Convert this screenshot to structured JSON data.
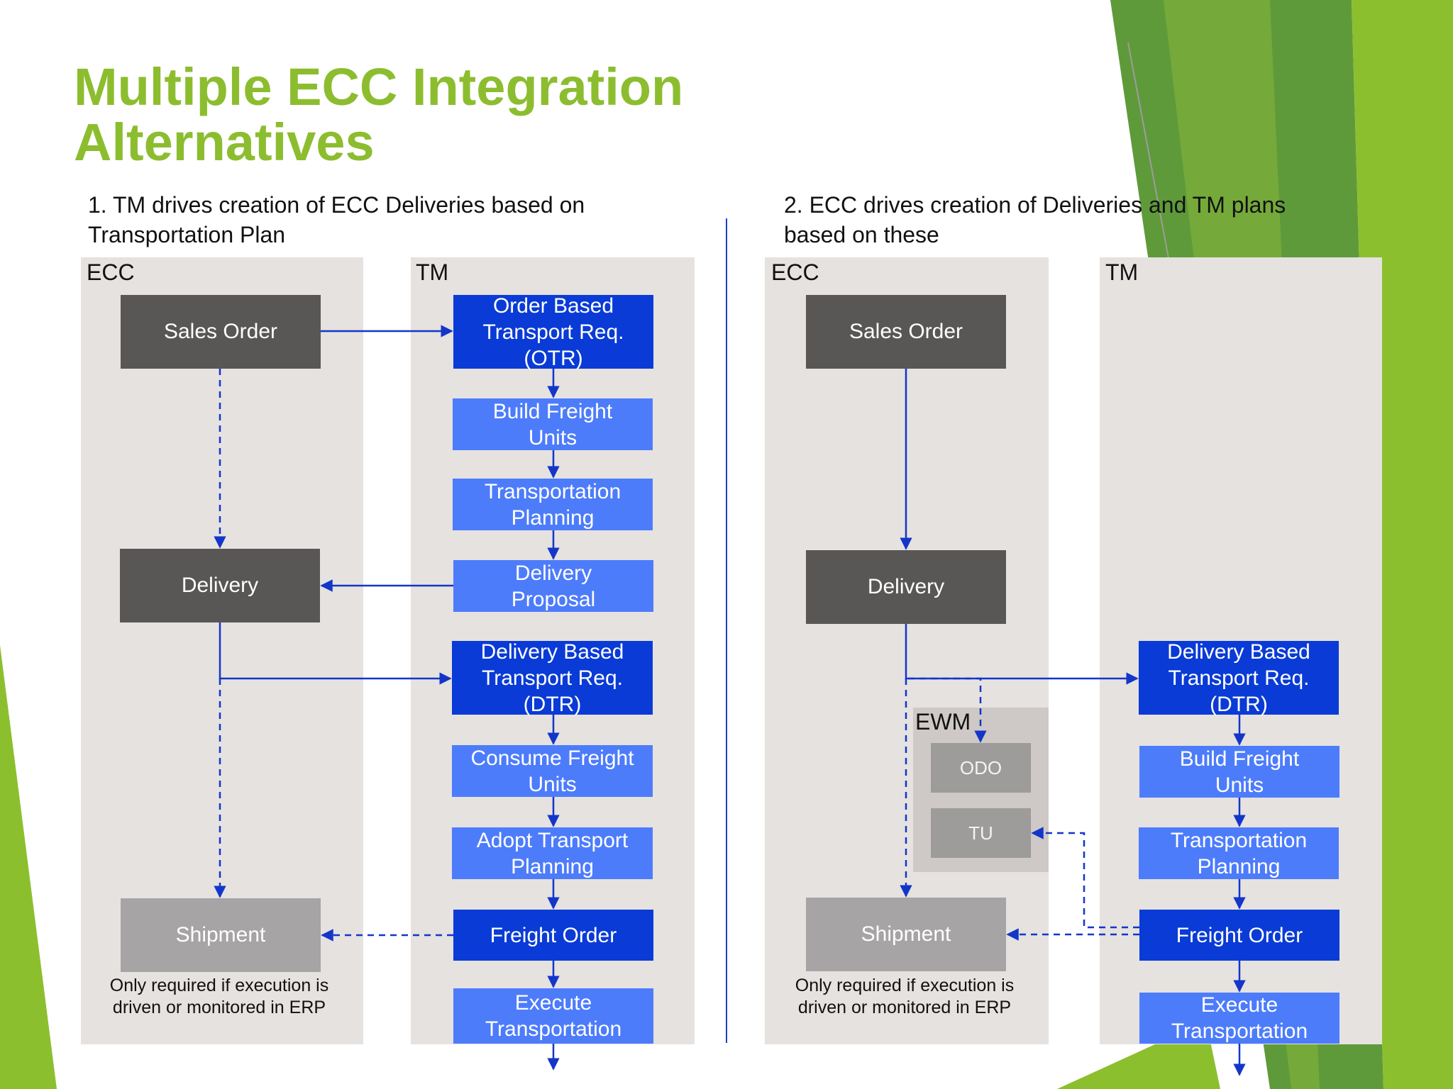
{
  "title": {
    "line1": "Multiple ECC Integration",
    "line2": "Alternatives"
  },
  "left": {
    "heading": {
      "line1": "1. TM drives creation of ECC Deliveries based on",
      "line2": "Transportation Plan"
    },
    "ecc_label": "ECC",
    "tm_label": "TM",
    "sales_order": "Sales Order",
    "delivery": "Delivery",
    "shipment": "Shipment",
    "note": {
      "line1": "Only required if execution is",
      "line2": "driven or monitored in ERP"
    },
    "otr": {
      "line1": "Order Based",
      "line2": "Transport Req.",
      "line3": "(OTR)"
    },
    "build_fu": {
      "line1": "Build Freight",
      "line2": "Units"
    },
    "trans_planning": {
      "line1": "Transportation",
      "line2": "Planning"
    },
    "delivery_proposal": {
      "line1": "Delivery",
      "line2": "Proposal"
    },
    "dtr": {
      "line1": "Delivery Based",
      "line2": "Transport Req.",
      "line3": "(DTR)"
    },
    "consume_fu": {
      "line1": "Consume Freight",
      "line2": "Units"
    },
    "adopt_planning": {
      "line1": "Adopt Transport",
      "line2": "Planning"
    },
    "freight_order": "Freight Order",
    "execute": {
      "line1": "Execute",
      "line2": "Transportation"
    }
  },
  "right": {
    "heading": {
      "line1": "2. ECC drives creation of Deliveries and TM plans",
      "line2": "based on these"
    },
    "ecc_label": "ECC",
    "tm_label": "TM",
    "ewm_label": "EWM",
    "sales_order": "Sales Order",
    "delivery": "Delivery",
    "odo": "ODO",
    "tu": "TU",
    "shipment": "Shipment",
    "note": {
      "line1": "Only required if execution is",
      "line2": "driven or monitored in ERP"
    },
    "dtr": {
      "line1": "Delivery Based",
      "line2": "Transport Req.",
      "line3": "(DTR)"
    },
    "build_fu": {
      "line1": "Build Freight",
      "line2": "Units"
    },
    "trans_planning": {
      "line1": "Transportation",
      "line2": "Planning"
    },
    "freight_order": "Freight Order",
    "execute": {
      "line1": "Execute",
      "line2": "Transportation"
    }
  },
  "colors": {
    "title_green": "#8cbd2f",
    "dark_box": "#595656",
    "navy_box": "#0a3bd6",
    "light_blue_box": "#4d7cfb",
    "arrow_blue": "#1336c9",
    "lane_gray": "#e5e2e0"
  }
}
